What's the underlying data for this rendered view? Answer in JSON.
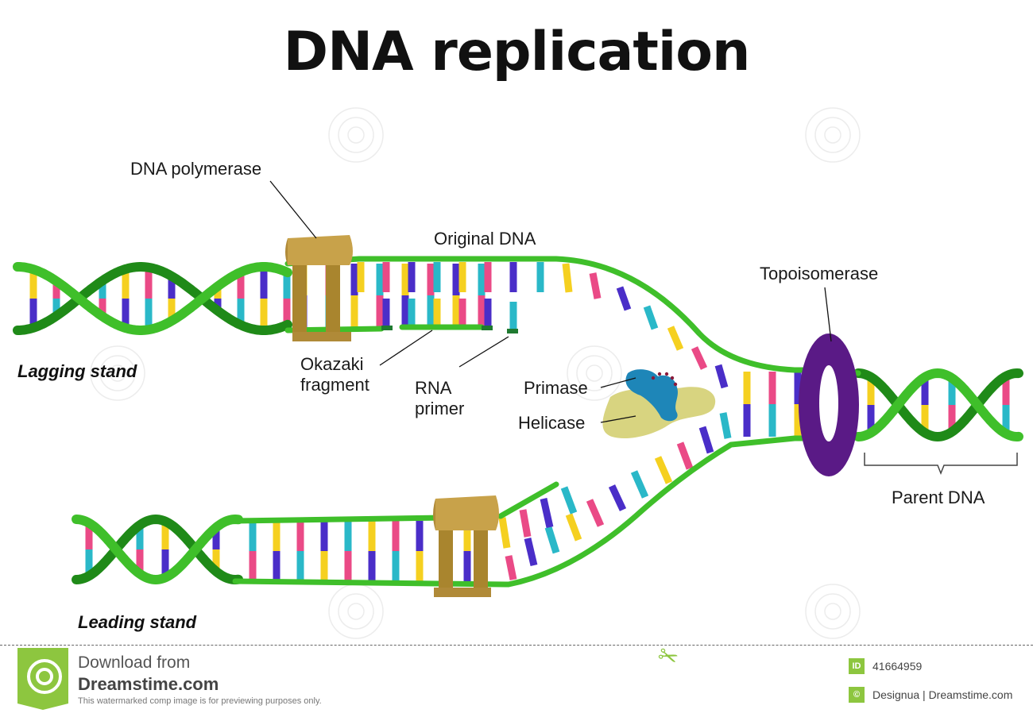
{
  "title": "DNA replication",
  "labels": {
    "dna_polymerase": "DNA polymerase",
    "original_dna": "Original DNA",
    "topoisomerase": "Topoisomerase",
    "lagging_strand": "Lagging stand",
    "okazaki_fragment": "Okazaki\nfragment",
    "rna_primer": "RNA\nprimer",
    "primase": "Primase",
    "helicase": "Helicase",
    "parent_dna": "Parent DNA",
    "leading_strand": "Leading stand"
  },
  "colors": {
    "backbone": "#3fbf2a",
    "backbone_dark": "#1f8a18",
    "base_yellow": "#f5d020",
    "base_pink": "#ea4a86",
    "base_blue": "#4a2ec8",
    "base_cyan": "#2ab8c8",
    "polymerase": "#c8a24a",
    "topoisomerase": "#5a1a86",
    "primase": "#1e86b8",
    "helicase": "#d8d480",
    "footer_green": "#8dc63f"
  },
  "footer": {
    "download_from": "Download from",
    "site": "Dreamstime.com",
    "notice": "This watermarked comp image is for previewing purposes only.",
    "id_badge": "ID",
    "image_id": "41664959",
    "author_credit": "Designua | Dreamstime.com"
  }
}
